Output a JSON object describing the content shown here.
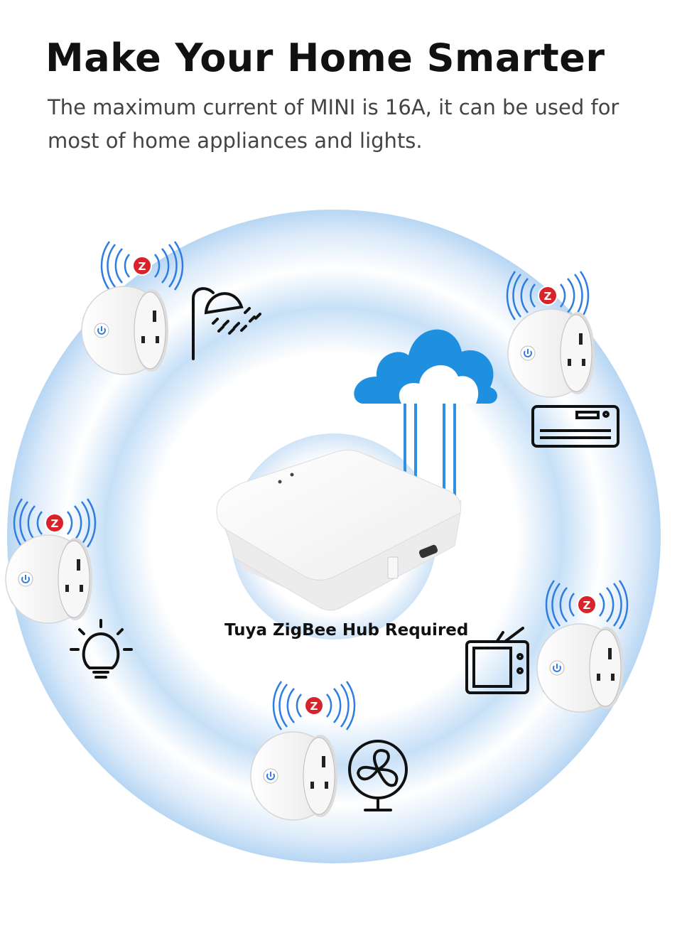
{
  "headline": "Make Your Home Smarter",
  "subtitle": {
    "line1": "The maximum current of MINI is 16A, it can be used for",
    "line2": "most of home appliances and lights."
  },
  "hub_label": "Tuya ZigBee Hub Required",
  "badge_letter": "Z",
  "colors": {
    "ring_blue": "#b9d8f5",
    "cloud_blue": "#1f8fe0",
    "zigbee_red": "#d8232a",
    "signal_blue": "#2f7de0",
    "icon_stroke": "#111111"
  },
  "plugs": [
    {
      "name": "plug-shower",
      "appliance": "shower-icon"
    },
    {
      "name": "plug-air-conditioner",
      "appliance": "air-conditioner-icon"
    },
    {
      "name": "plug-light",
      "appliance": "light-bulb-icon"
    },
    {
      "name": "plug-tv",
      "appliance": "tv-icon"
    },
    {
      "name": "plug-fan",
      "appliance": "fan-icon"
    }
  ]
}
